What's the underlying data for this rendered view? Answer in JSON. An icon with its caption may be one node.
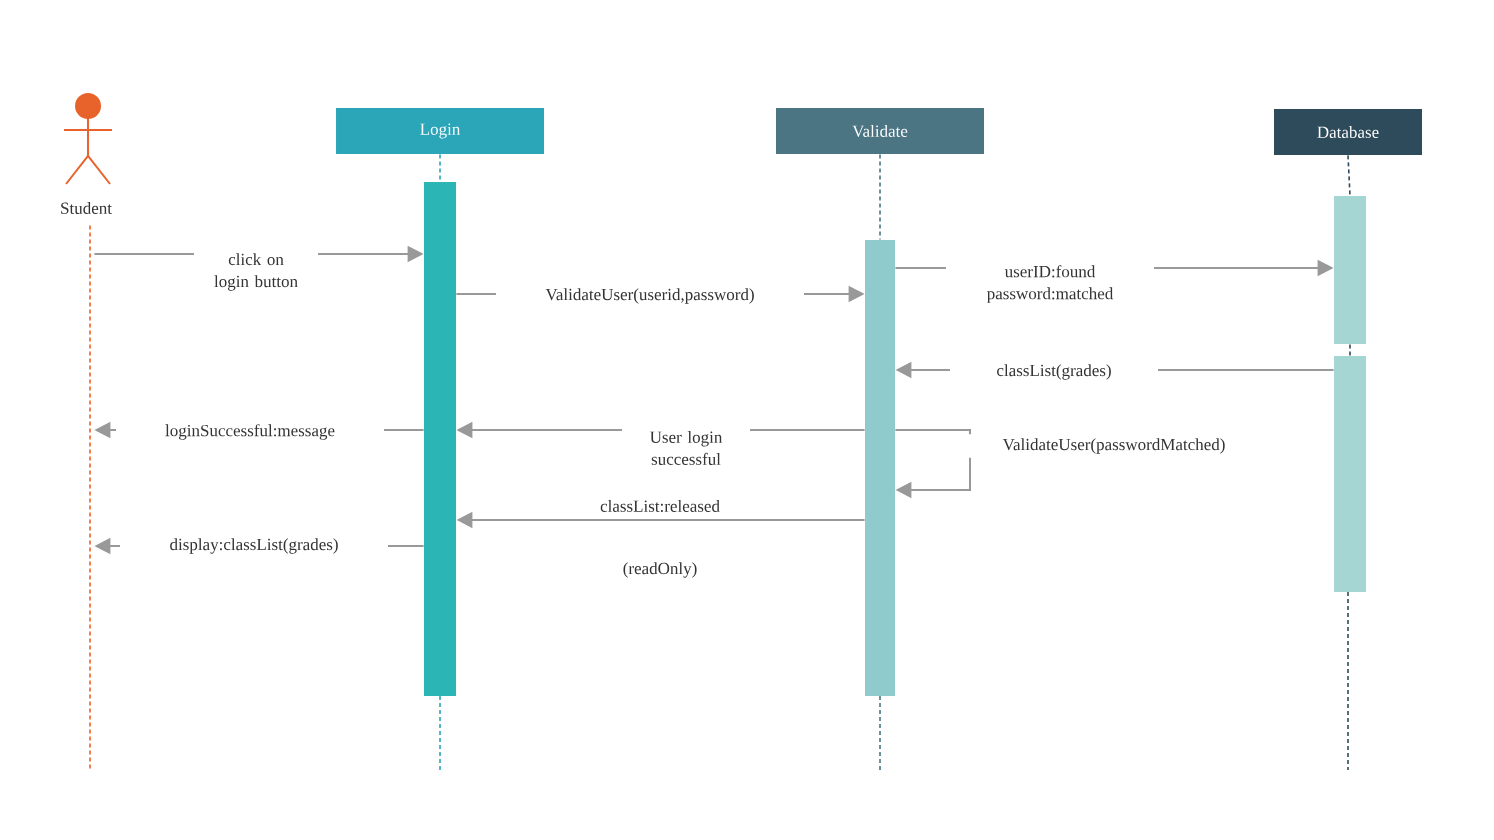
{
  "diagram": {
    "nodes": [
      {
        "text": [
          "Student"
        ]
      },
      {
        "text": [
          "Login"
        ]
      },
      {
        "text": [
          "Validate"
        ]
      },
      {
        "text": [
          "Database"
        ]
      },
      {
        "text": [],
        "shape": "line"
      },
      {
        "text": [],
        "shape": "bar"
      },
      {
        "text": [],
        "shape": "bar"
      },
      {
        "text": [],
        "shape": "bar"
      },
      {
        "text": [],
        "shape": "bar"
      }
    ],
    "edges": [
      {
        "from": 4,
        "to": 5,
        "arrow": "to",
        "label": "click on login button"
      },
      {
        "from": 5,
        "to": 6,
        "arrow": "to",
        "label": "ValidateUser(userid,password)"
      },
      {
        "from": 6,
        "to": 7,
        "arrow": "to",
        "label": "userID:found password:matched"
      },
      {
        "from": 8,
        "to": 6,
        "arrow": "to",
        "label": "classList(grades)"
      },
      {
        "from": 6,
        "to": 5,
        "arrow": "to",
        "label": "User login successful"
      },
      {
        "from": 6,
        "to": 6,
        "arrow": "to",
        "label": "ValidateUser(passwordMatched)"
      },
      {
        "from": 6,
        "to": 5,
        "arrow": "to",
        "label": "classList:released"
      },
      {
        "from": 5,
        "to": 4,
        "arrow": "to",
        "label": "loginSuccessful:message"
      },
      {
        "from": 5,
        "to": 4,
        "arrow": "to",
        "label": "display:classList(grades)"
      },
      {
        "from": 1,
        "to": 5,
        "arrow": "none",
        "style": "dashed",
        "color": "#2aa6b8"
      },
      {
        "from": 2,
        "to": 6,
        "arrow": "none",
        "style": "dashed",
        "color": "#4b7583"
      },
      {
        "from": 3,
        "to": 7,
        "arrow": "none",
        "style": "dashed",
        "color": "#2e4b5b"
      },
      {
        "from": 7,
        "to": 8,
        "arrow": "none",
        "style": "dashed",
        "color": "#2e4b5b"
      }
    ],
    "labels": [
      "(readOnly)"
    ]
  }
}
